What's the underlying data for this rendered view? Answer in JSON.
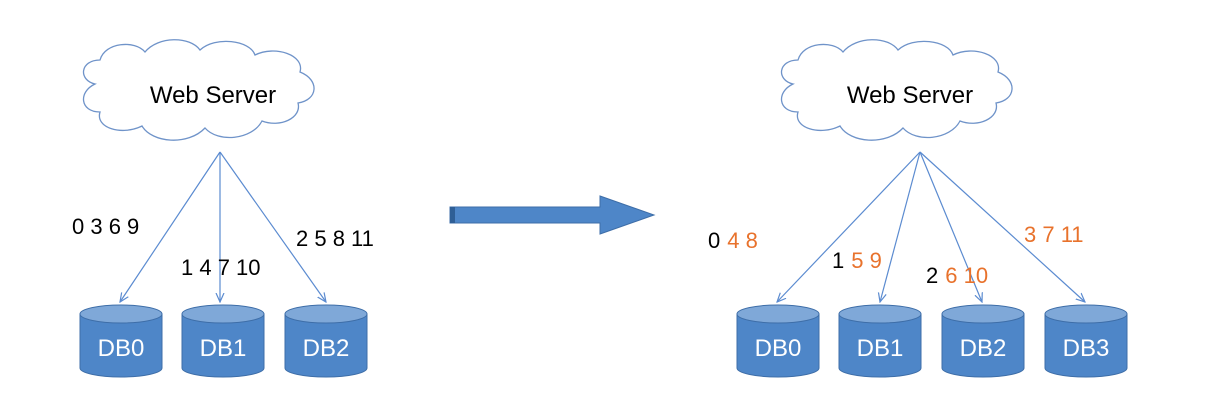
{
  "colors": {
    "cloud_stroke": "#6f93c9",
    "line": "#5b8bd0",
    "db_fill": "#4e86c8",
    "db_top": "#7fa8d8",
    "db_stroke": "#3e6ea8",
    "db_text": "#ffffff",
    "arrow_fill": "#4e86c8",
    "text": "#000000",
    "highlight": "#e8722c"
  },
  "left": {
    "server_label": "Web Server",
    "databases": [
      "DB0",
      "DB1",
      "DB2"
    ],
    "shards": [
      {
        "black": "0 3 6 9",
        "orange": ""
      },
      {
        "black": "1 4 7 10",
        "orange": ""
      },
      {
        "black": "2 5 8 11",
        "orange": ""
      }
    ]
  },
  "right": {
    "server_label": "Web Server",
    "databases": [
      "DB0",
      "DB1",
      "DB2",
      "DB3"
    ],
    "shards": [
      {
        "black": "0",
        "orange": "4 8"
      },
      {
        "black": "1",
        "orange": "5 9"
      },
      {
        "black": "2",
        "orange": "6 10"
      },
      {
        "black": "",
        "orange": "3 7 11"
      }
    ]
  },
  "transition_arrow": "right-arrow"
}
